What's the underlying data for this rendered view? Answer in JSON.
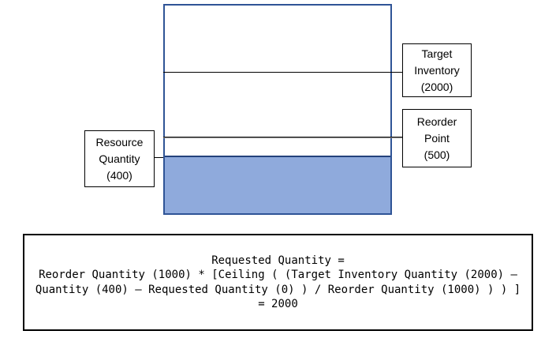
{
  "diagram": {
    "tank": {
      "border_color": "#2F5496",
      "fill_color": "#8FAADC",
      "fill_top_border_color": "#24427C",
      "fill_meaning": "current resource quantity level"
    },
    "levels": {
      "target_inventory": 2000,
      "reorder_point": 500,
      "resource_quantity": 400
    },
    "labels": {
      "target_inventory": {
        "lines": [
          "Target",
          "Inventory",
          "(2000)"
        ]
      },
      "reorder_point": {
        "lines": [
          "Reorder",
          "Point",
          "(500)"
        ]
      },
      "resource_quantity": {
        "lines": [
          "Resource",
          "Quantity",
          "(400)"
        ]
      }
    }
  },
  "formula": {
    "lines": [
      "Requested Quantity =",
      "Reorder Quantity (1000) * [Ceiling ( (Target Inventory Quantity (2000) –",
      "Quantity (400) – Requested Quantity (0) ) / Reorder Quantity (1000) ) ) ]",
      "= 2000"
    ]
  }
}
